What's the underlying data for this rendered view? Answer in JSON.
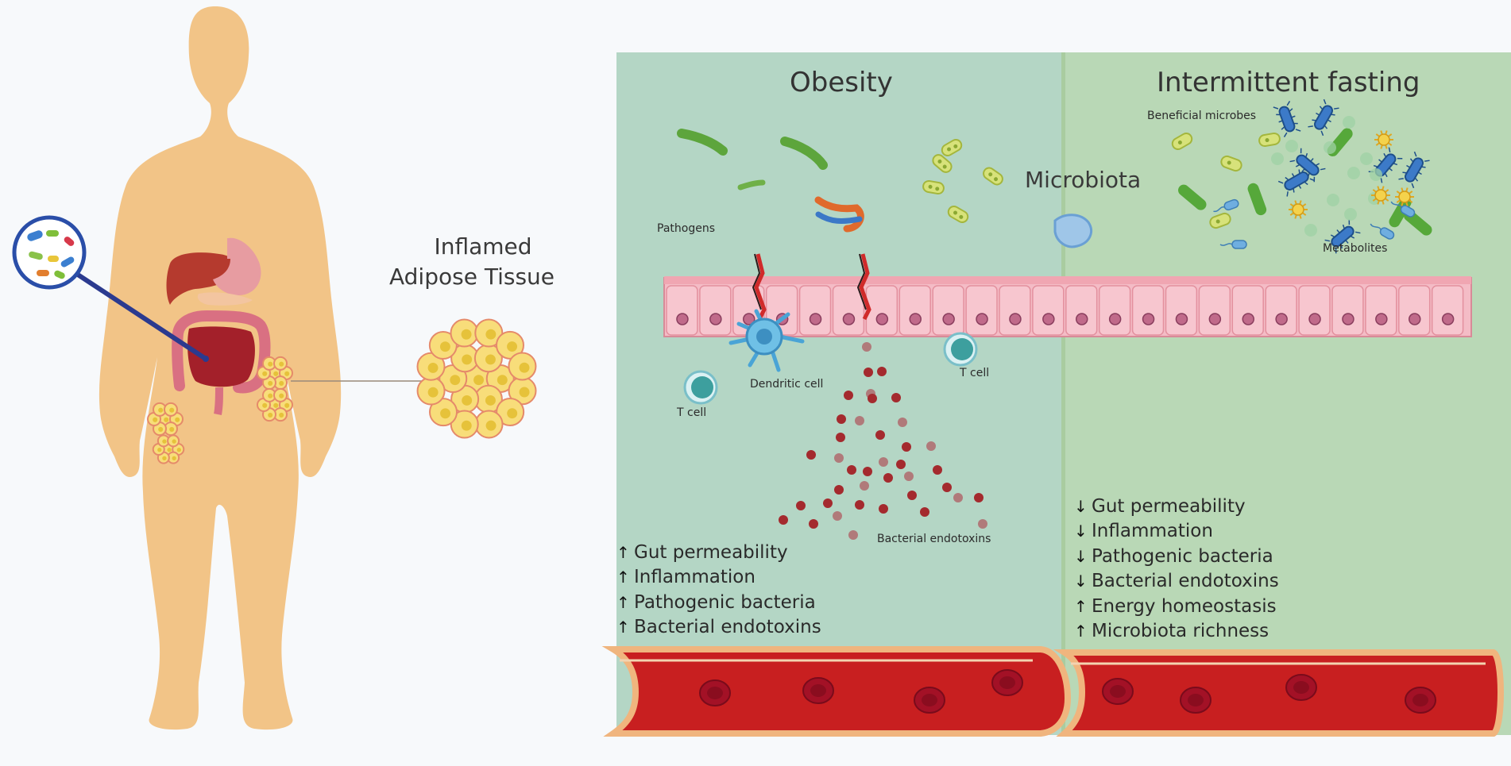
{
  "left": {
    "tissue_label_line1": "Inflamed",
    "tissue_label_line2": "Adipose Tissue"
  },
  "obesity": {
    "title": "Obesity",
    "labels": {
      "pathogens": "Pathogens",
      "dendritic_cell": "Dendritic cell",
      "t_cell_left": "T cell",
      "t_cell_right": "T cell",
      "bacterial_endotoxins": "Bacterial endotoxins"
    },
    "effects": [
      {
        "dir": "up",
        "text": "Gut permeability"
      },
      {
        "dir": "up",
        "text": "Inflammation"
      },
      {
        "dir": "up",
        "text": "Pathogenic bacteria"
      },
      {
        "dir": "up",
        "text": "Bacterial endotoxins"
      }
    ]
  },
  "microbiota_label": "Microbiota",
  "fasting": {
    "title": "Intermittent fasting",
    "labels": {
      "beneficial_microbes": "Beneficial microbes",
      "metabolites": "Metabolites"
    },
    "effects": [
      {
        "dir": "down",
        "text": "Gut permeability"
      },
      {
        "dir": "down",
        "text": "Inflammation"
      },
      {
        "dir": "down",
        "text": "Pathogenic bacteria"
      },
      {
        "dir": "down",
        "text": "Bacterial endotoxins"
      },
      {
        "dir": "up",
        "text": "Energy homeostasis"
      },
      {
        "dir": "up",
        "text": "Microbiota richness"
      }
    ]
  },
  "colors": {
    "skin": "#f2c487",
    "obesity_panel": "#b4d6c5",
    "fasting_panel": "#b9d8b6",
    "epithelium": "#f4bcc6",
    "nucleus": "#c06a8a",
    "vessel": "#c81f20",
    "vessel_wall": "#f0b57e",
    "rbc": "#a31126",
    "endotoxin": "#a42a2e",
    "liver": "#b53a2e",
    "adipocyte": "#f8dd7a",
    "gut_line": "#2b3a8f"
  }
}
